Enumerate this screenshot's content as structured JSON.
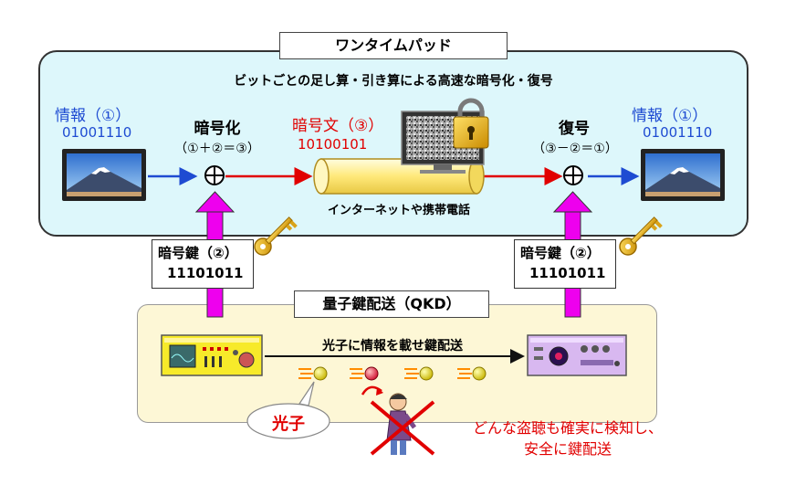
{
  "top": {
    "title": "ワンタイムパッド",
    "subtitle": "ビットごとの足し算・引き算による高速な暗号化・復号"
  },
  "left": {
    "info_label": "情報（①）",
    "info_bits": "01001110",
    "op_label": "暗号化",
    "op_formula": "（①＋②＝③）",
    "key_label": "暗号鍵（②）",
    "key_bits": "11101011"
  },
  "middle": {
    "cipher_label": "暗号文（③）",
    "cipher_bits": "10100101",
    "channel_label": "インターネットや携帯電話"
  },
  "right": {
    "op_label": "復号",
    "op_formula": "（③－②＝①）",
    "info_label": "情報（①）",
    "info_bits": "01001110",
    "key_label": "暗号鍵（②）",
    "key_bits": "11101011"
  },
  "bottom": {
    "title": "量子鍵配送（QKD）",
    "channel_label": "光子に情報を載せ鍵配送",
    "photon_label": "光子",
    "warning_line1": "どんな盗聴も確実に検知し、",
    "warning_line2": "安全に鍵配送"
  },
  "colors": {
    "top_panel": "#ddf7fb",
    "bottom_panel": "#fdf7d6",
    "key_arrow": "#ee00ee",
    "info_text": "#1e4bd2",
    "cipher_text": "#e10000"
  }
}
